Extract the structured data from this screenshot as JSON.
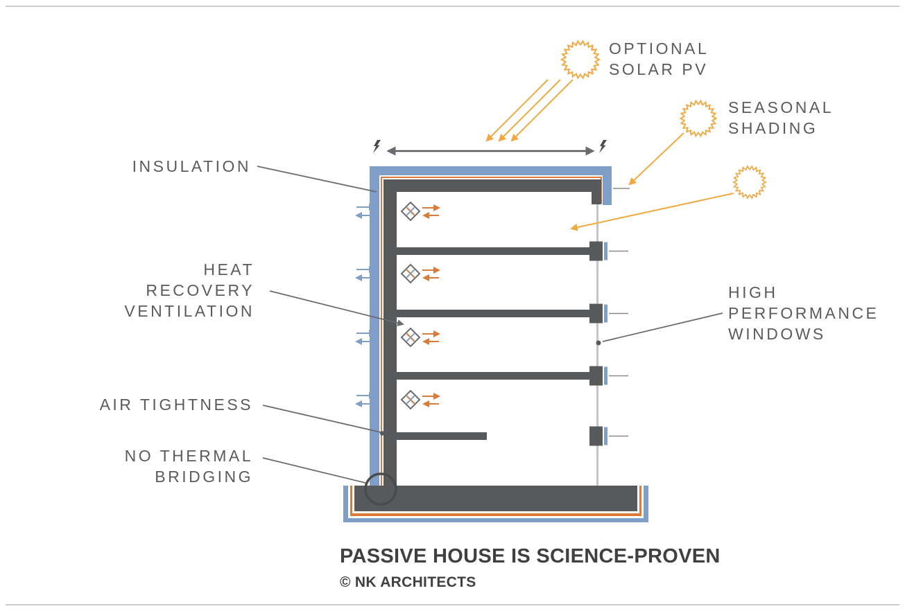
{
  "title": {
    "heading": "PASSIVE HOUSE IS SCIENCE-PROVEN",
    "credit": "© NK ARCHITECTS"
  },
  "callouts": {
    "insulation": "INSULATION",
    "hrv_line1": "HEAT",
    "hrv_line2": "RECOVERY",
    "hrv_line3": "VENTILATION",
    "air_tightness": "AIR TIGHTNESS",
    "ntb_line1": "NO THERMAL",
    "ntb_line2": "BRIDGING",
    "solar_line1": "OPTIONAL",
    "solar_line2": "SOLAR PV",
    "shading_line1": "SEASONAL",
    "shading_line2": "SHADING",
    "windows_line1": "HIGH",
    "windows_line2": "PERFORMANCE",
    "windows_line3": "WINDOWS"
  },
  "colors": {
    "wall_gray": "#58595B",
    "insulation_blue": "#7F9EC8",
    "accent_orange": "#DB7B3A",
    "sun_orange": "#F0A943",
    "label_gray": "#5A5B5E",
    "leader_gray": "#6A6B6E",
    "title_dark": "#3F4042",
    "frame_gray": "#C9CACB",
    "window_gray": "#C4C5C7"
  }
}
